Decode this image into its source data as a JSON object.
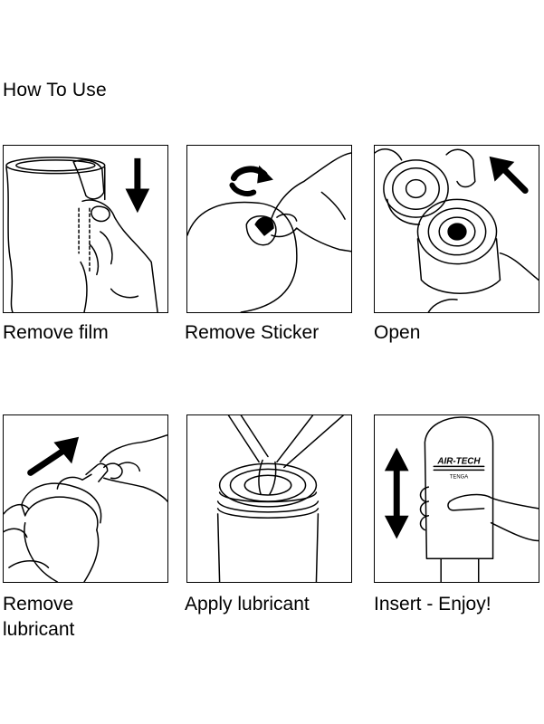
{
  "title": "How To Use",
  "steps": [
    {
      "caption": "Remove film"
    },
    {
      "caption": "Remove Sticker"
    },
    {
      "caption": "Open"
    },
    {
      "caption": "Remove\nlubricant"
    },
    {
      "caption": "Apply lubricant"
    },
    {
      "caption": "Insert - Enjoy!"
    }
  ],
  "cup_label": {
    "brand": "AIR-TECH",
    "sub": "TENGA"
  },
  "colors": {
    "stroke": "#000000",
    "background": "#ffffff"
  }
}
